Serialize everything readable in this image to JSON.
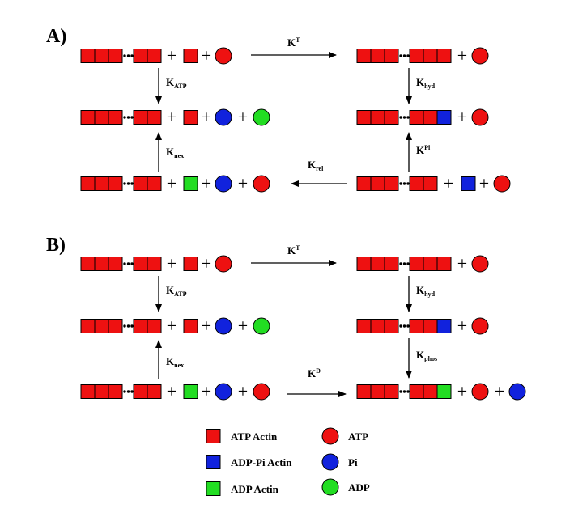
{
  "colors": {
    "atp_actin": "#ee1111",
    "adp_pi_actin": "#1122dd",
    "adp_actin": "#22dd22",
    "atp": "#ee1111",
    "pi": "#1122dd",
    "adp": "#22dd22",
    "stroke": "#000000"
  },
  "panels": {
    "a": {
      "label": "A)",
      "rates": {
        "kt": {
          "main": "K",
          "sup": "T"
        },
        "katp": {
          "main": "K",
          "sub": "ATP"
        },
        "khyd": {
          "main": "K",
          "sub": "hyd"
        },
        "knex": {
          "main": "K",
          "sub": "nex"
        },
        "kpi": {
          "main": "K",
          "sup": "Pi"
        },
        "krel": {
          "main": "K",
          "sub": "rel"
        }
      }
    },
    "b": {
      "label": "B)",
      "rates": {
        "kt": {
          "main": "K",
          "sup": "T"
        },
        "katp": {
          "main": "K",
          "sub": "ATP"
        },
        "khyd": {
          "main": "K",
          "sub": "hyd"
        },
        "knex": {
          "main": "K",
          "sub": "nex"
        },
        "kphos": {
          "main": "K",
          "sub": "phos"
        },
        "kd": {
          "main": "K",
          "sup": "D"
        }
      }
    }
  },
  "plus": "+",
  "dots": "•••",
  "legend": {
    "atp_actin": "ATP Actin",
    "adp_pi_actin": "ADP-Pi Actin",
    "adp_actin": "ADP Actin",
    "atp": "ATP",
    "pi": "Pi",
    "adp": "ADP"
  }
}
